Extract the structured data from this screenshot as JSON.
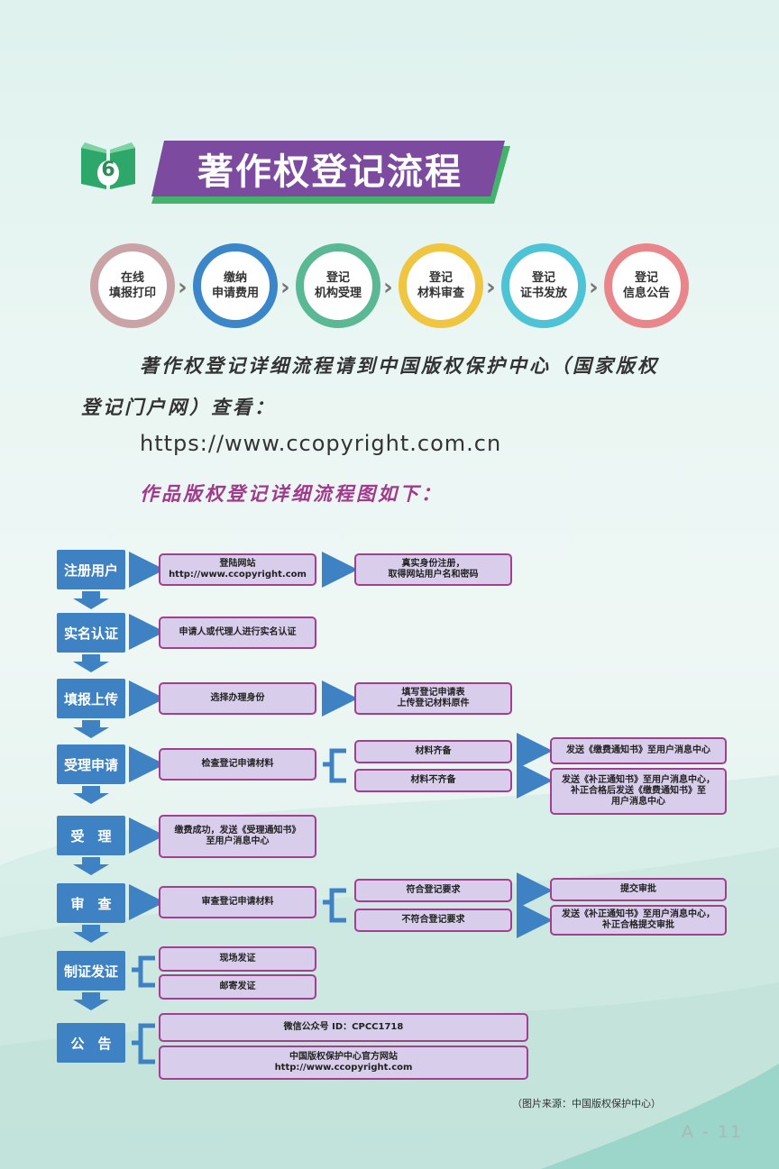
{
  "header": {
    "number": "6",
    "title": "著作权登记流程"
  },
  "steps": [
    {
      "label": "在线\n填报打印",
      "color": "#c9a3a6"
    },
    {
      "label": "缴纳\n申请费用",
      "color": "#3a86c8"
    },
    {
      "label": "登记\n机构受理",
      "color": "#5ab894"
    },
    {
      "label": "登记\n材料审查",
      "color": "#f0c540"
    },
    {
      "label": "登记\n证书发放",
      "color": "#4fc3d6"
    },
    {
      "label": "登记\n信息公告",
      "color": "#e8868b"
    }
  ],
  "intro": {
    "line1": "著作权登记详细流程请到中国版权保护中心（国家版权",
    "line2": "登记门户网）查看：",
    "url": "https://www.ccopyright.com.cn",
    "subtitle": "作品版权登记详细流程图如下："
  },
  "flow": {
    "labels": [
      "注册用户",
      "实名认证",
      "填报上传",
      "受理申请",
      "受　理",
      "审　查",
      "制证发证",
      "公　告"
    ],
    "boxes": {
      "r1a": "登陆网站\nhttp://www.ccopyright.com",
      "r1b": "真实身份注册，\n取得网站用户名和密码",
      "r2a": "申请人或代理人进行实名认证",
      "r3a": "选择办理身份",
      "r3b": "填写登记申请表\n上传登记材料原件",
      "r4a": "检查登记申请材料",
      "r4b": "材料齐备",
      "r4c": "材料不齐备",
      "r4d": "发送《缴费通知书》至用户消息中心",
      "r4e": "发送《补正通知书》至用户消息中心，\n补正合格后发送《缴费通知书》至\n用户消息中心",
      "r5a": "缴费成功，发送《受理通知书》\n至用户消息中心",
      "r6a": "审查登记申请材料",
      "r6b": "符合登记要求",
      "r6c": "不符合登记要求",
      "r6d": "提交审批",
      "r6e": "发送《补正通知书》至用户消息中心，\n补正合格提交审批",
      "r7a": "现场发证",
      "r7b": "邮寄发证",
      "r8a": "微信公众号 ID：CPCC1718",
      "r8b": "中国版权保护中心官方网站\nhttp://www.ccopyright.com"
    }
  },
  "source": "（图片来源：中国版权保护中心）",
  "page_number": "A - 11"
}
